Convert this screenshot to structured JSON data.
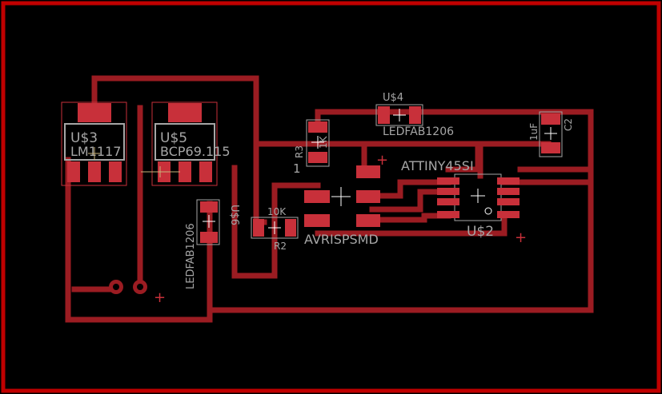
{
  "colors": {
    "background": "#000000",
    "board_outline": "#c00000",
    "trace": "#9b1c22",
    "pad": "#c8303a",
    "silkscreen": "#a6a6a6",
    "origin_cross": "#c8b27a"
  },
  "components": {
    "u3": {
      "name": "U$3",
      "value": "LM1117"
    },
    "u5": {
      "name": "U$5",
      "value": "BCP69.115"
    },
    "u6": {
      "name": "U$6",
      "value": "LEDFAB1206"
    },
    "u4": {
      "name": "U$4",
      "value": "LEDFAB1206"
    },
    "r3": {
      "name": "R3",
      "value": "1K"
    },
    "r2": {
      "name": "R2",
      "value": "10K"
    },
    "c2": {
      "name": "C2",
      "value": "1uF"
    },
    "u2": {
      "name": "U$2",
      "value": "ATTINY45SI"
    },
    "isp": {
      "value": "AVRISPSMD"
    },
    "r3_marker": "1"
  },
  "plus_marks": [
    "+",
    "+",
    "+"
  ]
}
